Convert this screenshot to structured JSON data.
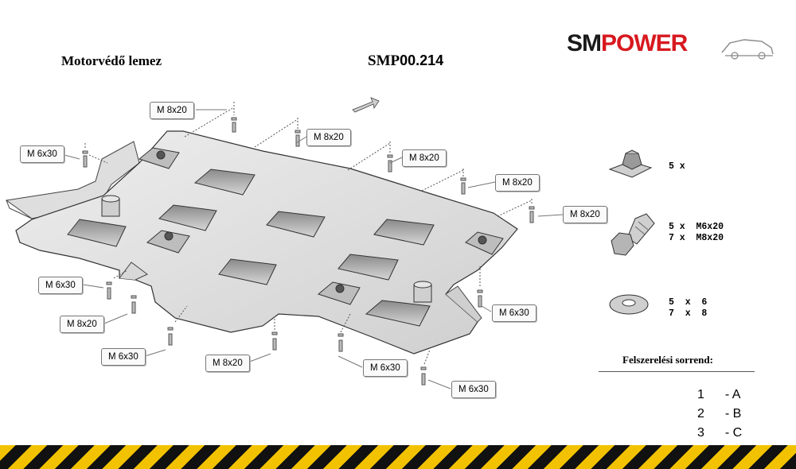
{
  "header": {
    "title": "Motorvédő lemez",
    "code_prefix": "SMP",
    "code_number": "00.214",
    "logo_sm": "SM",
    "logo_power": "POWER"
  },
  "colors": {
    "logo_red": "#d7191f",
    "logo_black": "#1a1a1a",
    "hazard_yellow": "#f2c200",
    "hazard_black": "#111111"
  },
  "callouts": [
    {
      "label": "M 8x20"
    },
    {
      "label": "M 6x30"
    },
    {
      "label": "M 8x20"
    },
    {
      "label": "M 8x20"
    },
    {
      "label": "M 8x20"
    },
    {
      "label": "M 8x20"
    },
    {
      "label": "M 6x30"
    },
    {
      "label": "M 8x20"
    },
    {
      "label": "M 6x30"
    },
    {
      "label": "M 6x30"
    },
    {
      "label": "M 8x20"
    },
    {
      "label": "M 6x30"
    },
    {
      "label": "M 6x30"
    }
  ],
  "legend": {
    "nut": "5 x",
    "bolt": "5 x  M6x20\n7 x  M8x20",
    "washer": "5  x  6\n7  x  8"
  },
  "order": {
    "heading": "Felszerelési sorrend:",
    "rows": [
      {
        "num": "1",
        "letter": "- A"
      },
      {
        "num": "2",
        "letter": "- B"
      },
      {
        "num": "3",
        "letter": "- C"
      }
    ]
  }
}
